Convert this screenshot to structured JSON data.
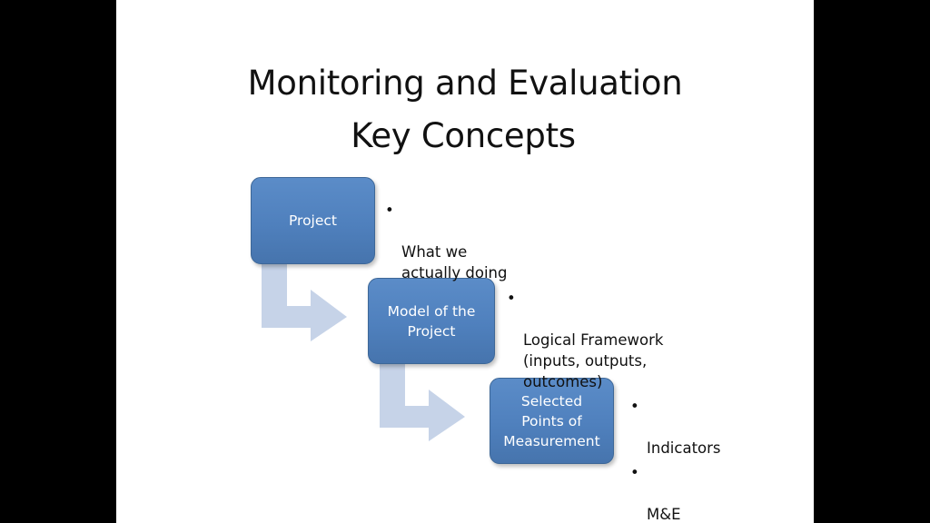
{
  "slide": {
    "title_line_1": "Monitoring and Evaluation",
    "title_line_2": "Key Concepts"
  },
  "steps": [
    {
      "box_label": "Project",
      "bullets": [
        "What we\nactually doing"
      ]
    },
    {
      "box_label": "Model of the\nProject",
      "bullets": [
        "Logical  Framework\n(inputs, outputs,\noutcomes)"
      ]
    },
    {
      "box_label": "Selected\nPoints of\nMeasurement",
      "bullets": [
        "Indicators",
        "M&E"
      ]
    }
  ],
  "bullet_glyph": "•",
  "colors": {
    "box_fill": "#4f81bd",
    "box_border": "#3d6797",
    "arrow_fill": "#c6d3e8",
    "background": "#000000",
    "slide": "#ffffff"
  }
}
